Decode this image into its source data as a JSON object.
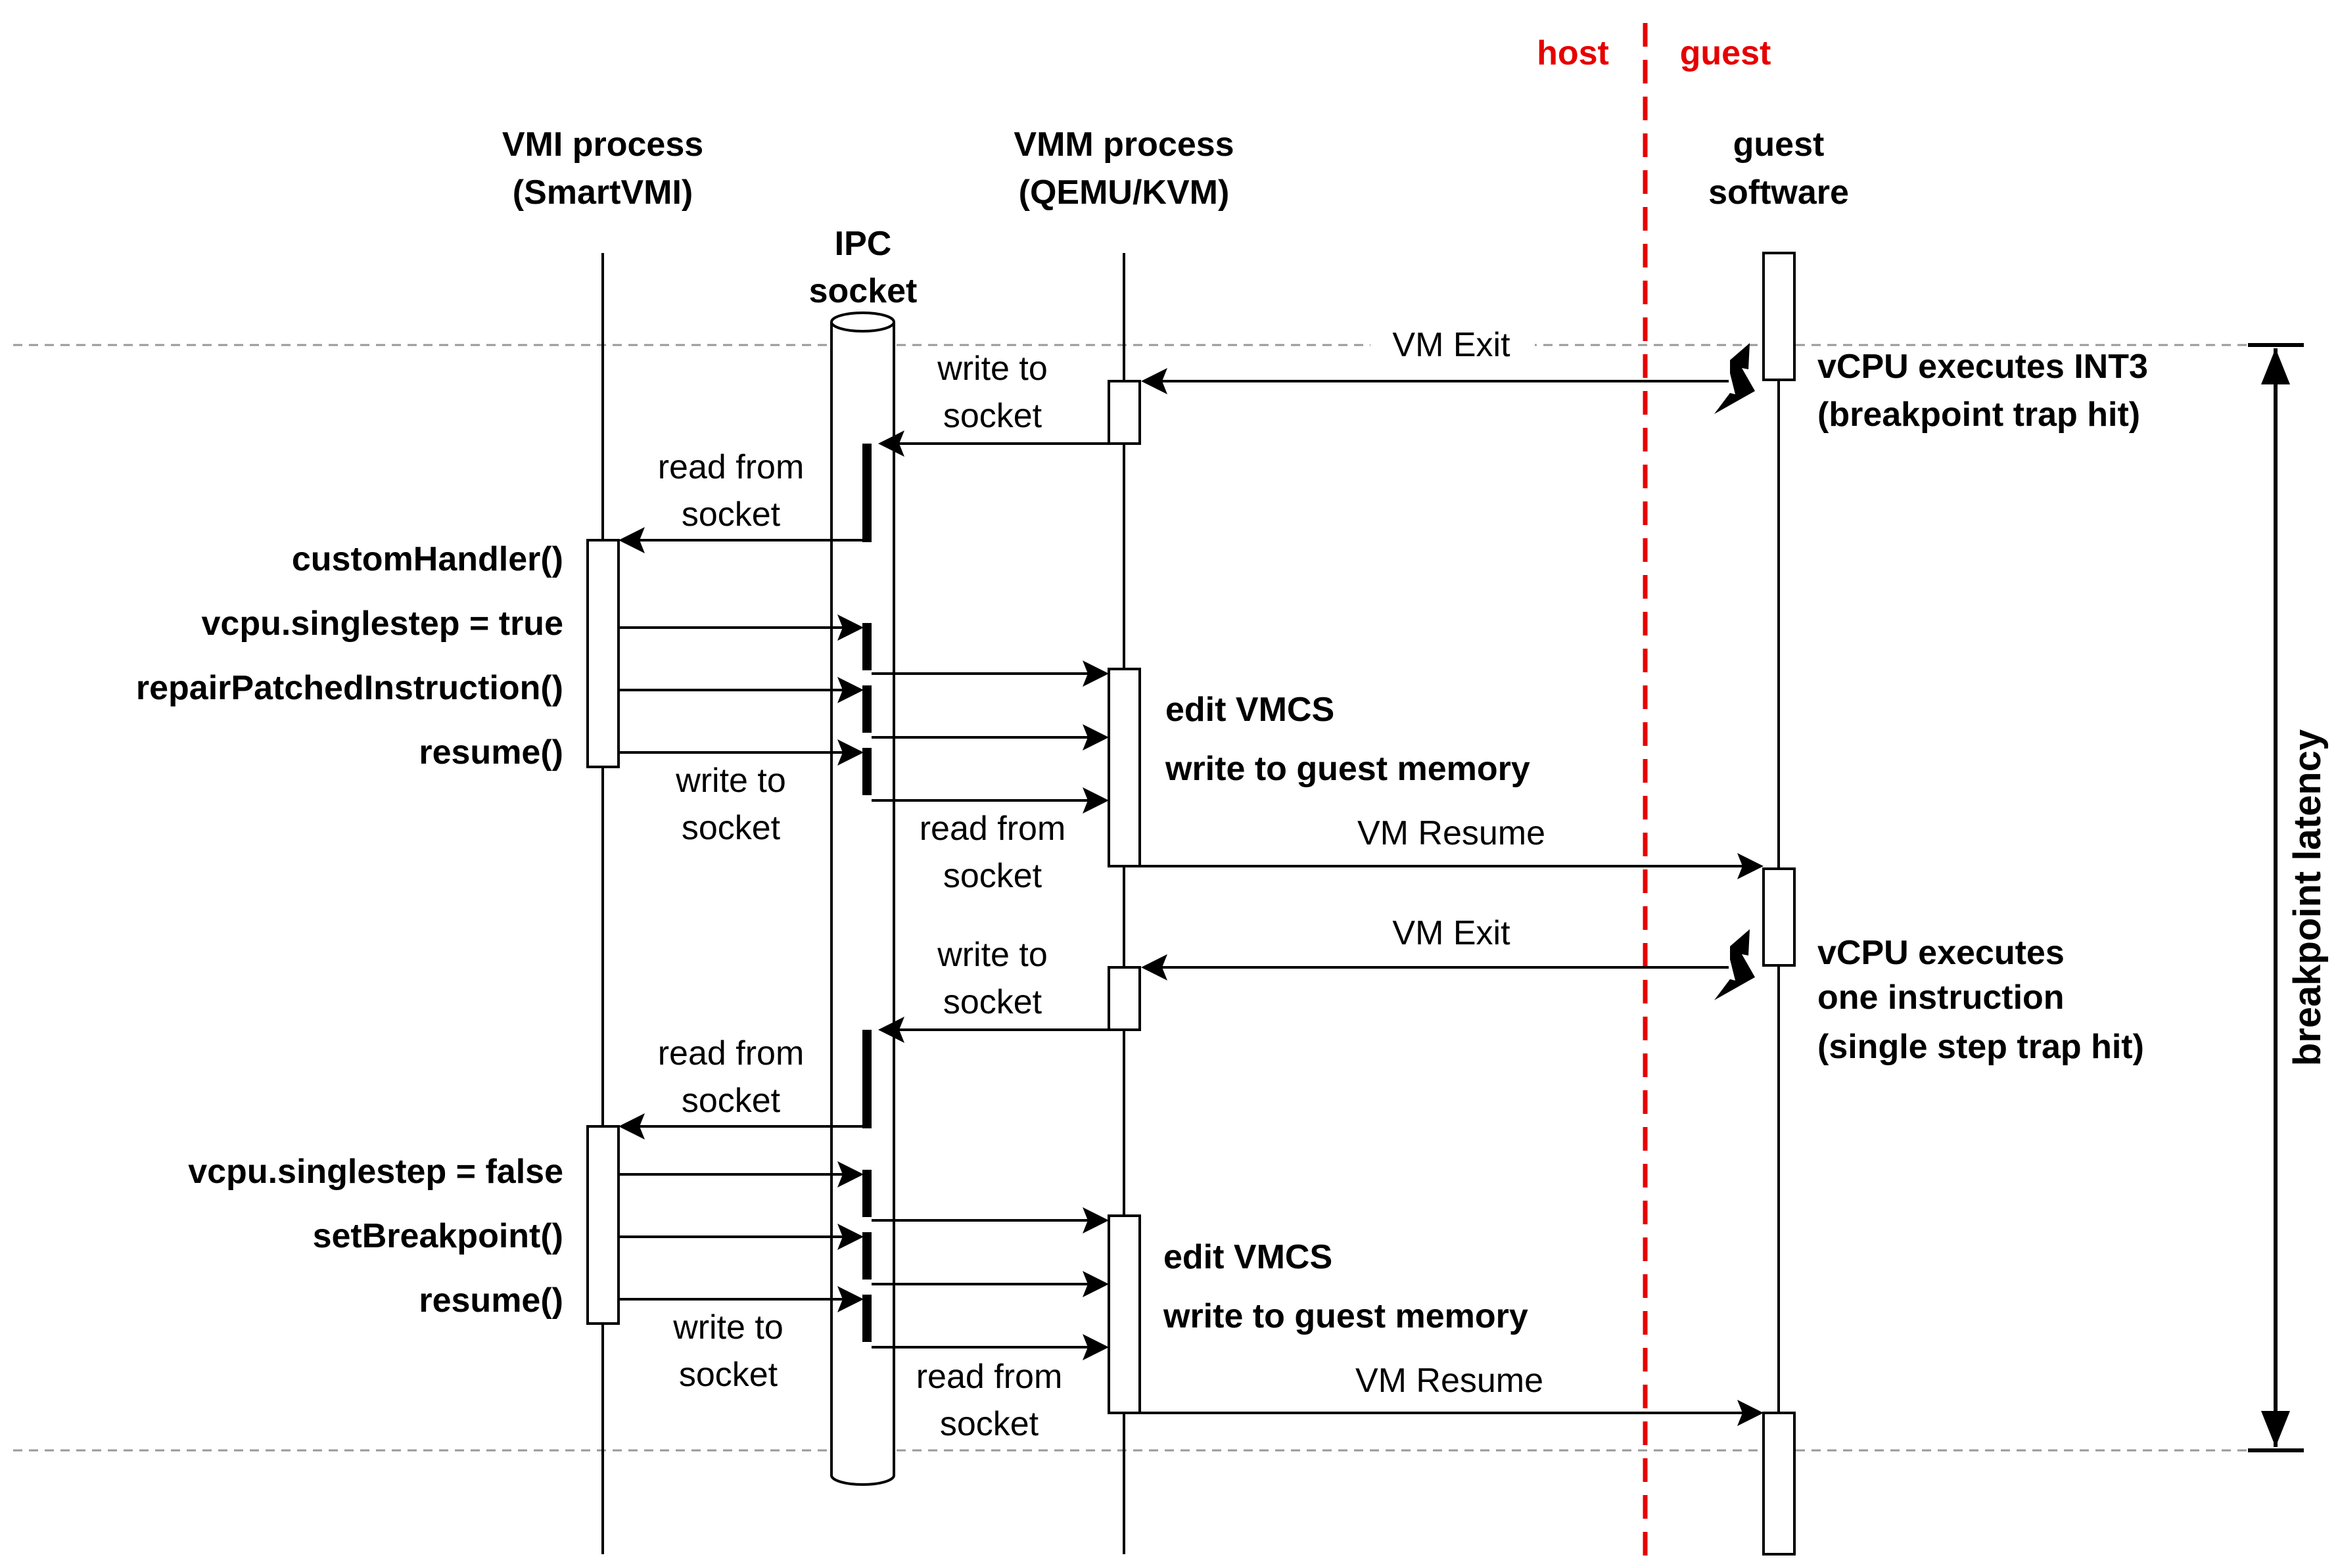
{
  "boundary": {
    "host": "host",
    "guest": "guest",
    "color": "#e60000"
  },
  "lifelines": {
    "vmi": [
      "VMI process",
      "(SmartVMI)"
    ],
    "ipc": [
      "IPC",
      "socket"
    ],
    "vmm": [
      "VMM process",
      "(QEMU/KVM)"
    ],
    "guest": [
      "guest",
      "software"
    ]
  },
  "phase1": {
    "vm_exit": "VM Exit",
    "vcpu_event": [
      "vCPU executes INT3",
      "(breakpoint trap hit)"
    ],
    "vmm_write": [
      "write to",
      "socket"
    ],
    "vmi_read": [
      "read from",
      "socket"
    ],
    "calls": [
      "customHandler()",
      "vcpu.singlestep = true",
      "repairPatchedInstruction()",
      "resume()"
    ],
    "vmi_write": [
      "write to",
      "socket"
    ],
    "vmm_read": [
      "read from",
      "socket"
    ],
    "vmm_actions": [
      "edit VMCS",
      "write to guest memory"
    ],
    "vm_resume": "VM Resume"
  },
  "phase2": {
    "vm_exit": "VM Exit",
    "vcpu_event": [
      "vCPU executes",
      "one instruction",
      "(single step trap hit)"
    ],
    "vmm_write": [
      "write to",
      "socket"
    ],
    "vmi_read": [
      "read from",
      "socket"
    ],
    "calls": [
      "vcpu.singlestep = false",
      "setBreakpoint()",
      "resume()"
    ],
    "vmi_write": [
      "write to",
      "socket"
    ],
    "vmm_read": [
      "read from",
      "socket"
    ],
    "vmm_actions": [
      "edit VMCS",
      "write to guest memory"
    ],
    "vm_resume": "VM Resume"
  },
  "latency_label": "breakpoint latency"
}
